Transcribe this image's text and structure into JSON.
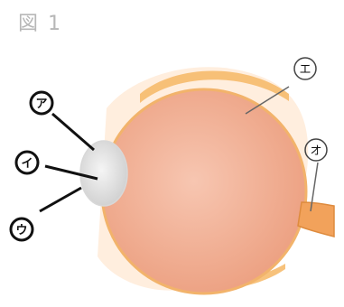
{
  "figure": {
    "title": "図 1"
  },
  "labels": {
    "a": "ア",
    "i": "イ",
    "u": "ウ",
    "e": "エ",
    "o": "オ"
  },
  "colors": {
    "vitreous": "#f0a98a",
    "sclera": "#ffd79a",
    "outer_band": "#f6b765",
    "nerve": "#f2a25b",
    "lens": "#cfcfcf",
    "stroke": "#111111",
    "title": "#b7b7b7"
  }
}
